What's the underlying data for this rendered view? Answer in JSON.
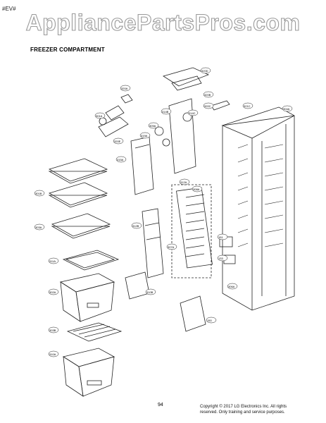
{
  "page_id": "#EV#",
  "watermark": "AppliancePartsPros.com",
  "title": "FREEZER COMPARTMENT",
  "page_number": "94",
  "copyright_line1": "Copyright © 2017 LG Electronics Inc. All rights",
  "copyright_line2": "reserved. Only training and service purposes.",
  "callouts": [
    "320A",
    "320D",
    "320B",
    "320C",
    "301A",
    "314B",
    "314C",
    "319A",
    "320E",
    "315A",
    "321C",
    "304A",
    "301B",
    "303A",
    "312A",
    "312B",
    "311A",
    "302A",
    "303B",
    "310A",
    "310B",
    "150",
    "151",
    "133",
    "306A",
    "307A",
    "308A",
    "309A"
  ]
}
